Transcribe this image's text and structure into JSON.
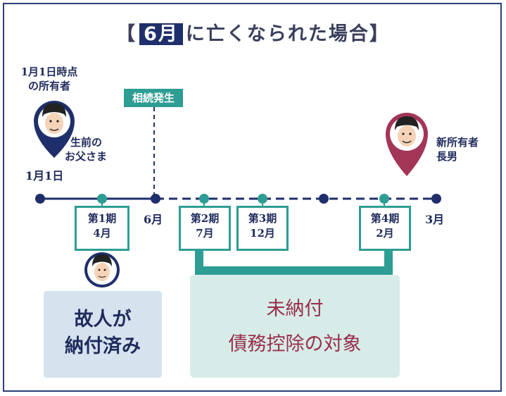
{
  "title": {
    "open": "【",
    "highlight": "6月",
    "rest": "に亡くなられた場合",
    "close": "】"
  },
  "owner_jan1": {
    "line1": "1月1日時点",
    "line2": "の所有者"
  },
  "father": {
    "line1": "生前の",
    "line2": "お父さま"
  },
  "start_date": "1月1日",
  "inheritance_tag": "相続発生",
  "new_owner": {
    "line1": "新所有者",
    "line2": "長男"
  },
  "timeline": {
    "june": "6月",
    "march": "3月"
  },
  "periods": [
    {
      "name": "第1期",
      "month": "4月"
    },
    {
      "name": "第2期",
      "month": "7月"
    },
    {
      "name": "第3期",
      "month": "12月"
    },
    {
      "name": "第4期",
      "month": "2月"
    }
  ],
  "paid_panel": {
    "line1": "故人が",
    "line2": "納付済み"
  },
  "unpaid_panel": {
    "line1": "未納付",
    "line2": "債務控除の対象"
  },
  "colors": {
    "navy": "#1f2f6b",
    "teal": "#2e9d94",
    "crimson": "#9a2e4a",
    "light_blue": "#d6e3ef",
    "light_teal": "#d7ece9"
  }
}
